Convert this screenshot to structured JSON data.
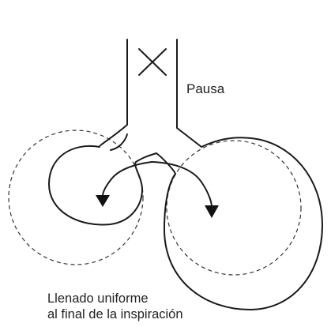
{
  "labels": {
    "pause": "Pausa",
    "caption_line_1": "Llenado uniforme",
    "caption_line_2": "al final de la inspiración"
  },
  "colors": {
    "ink": "#1a1a1a",
    "background": "#ffffff"
  },
  "icons": {
    "airway_closed": "x-mark"
  }
}
